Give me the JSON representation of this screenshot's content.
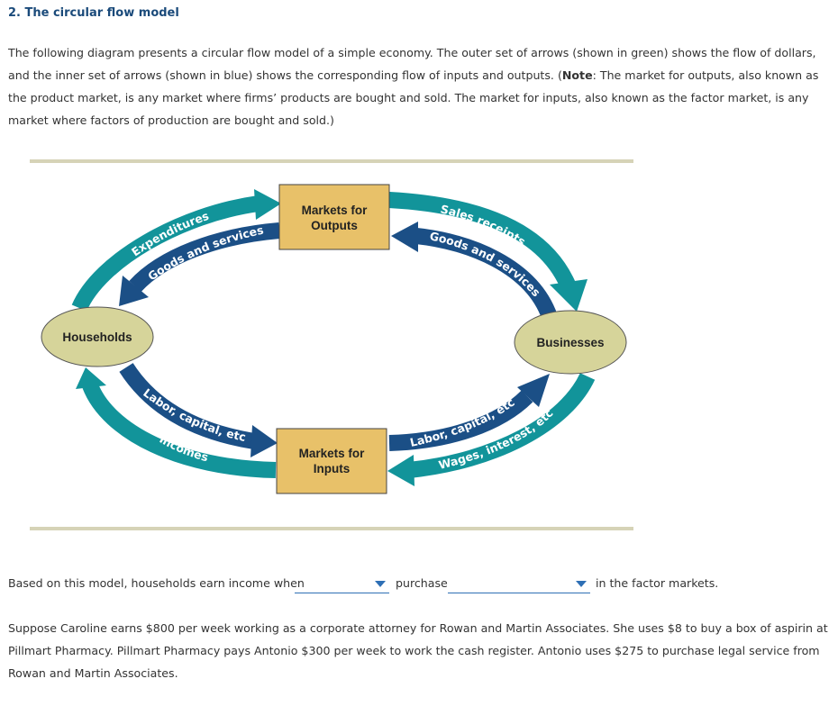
{
  "heading": "2. The circular flow model",
  "intro": {
    "part1": "The following diagram presents a circular flow model of a simple economy. The outer set of arrows (shown in green) shows the flow of dollars, and the inner set of arrows (shown in blue) shows the corresponding flow of inputs and outputs. (",
    "note_label": "Note",
    "part2": ": The market for outputs, also known as the product market, is any market where firms’ products are bought and sold. The market for inputs, also known as the factor market, is any market where factors of production are bought and sold.)"
  },
  "diagram": {
    "markets_outputs_line1": "Markets for",
    "markets_outputs_line2": "Outputs",
    "markets_inputs_line1": "Markets for",
    "markets_inputs_line2": "Inputs",
    "households": "Households",
    "businesses": "Businesses",
    "expenditures": "Expenditures",
    "goods_services_left": "Goods and services",
    "sales_receipts": "Sales receipts",
    "goods_services_right": "Goods and services",
    "labor_capital_left": "Labor, capital, etc.",
    "incomes": "Incomes",
    "labor_capital_right": "Labor, capital, etc.",
    "wages_interest": "Wages, interest, etc.",
    "colors": {
      "green": "#12949a",
      "blue": "#1b4f86",
      "box": "#e8c169",
      "ellipse": "#d6d49a"
    }
  },
  "question": {
    "prefix": "Based on this model, households earn income when",
    "middle": "purchase",
    "suffix": "in the factor markets.",
    "dropdown1_value": "",
    "dropdown2_value": ""
  },
  "paragraph2": "Suppose Caroline earns $800 per week working as a corporate attorney for Rowan and Martin Associates. She uses $8 to buy a box of aspirin at Pillmart Pharmacy. Pillmart Pharmacy pays Antonio $300 per week to work the cash register. Antonio uses $275 to purchase legal service from Rowan and Martin Associates."
}
